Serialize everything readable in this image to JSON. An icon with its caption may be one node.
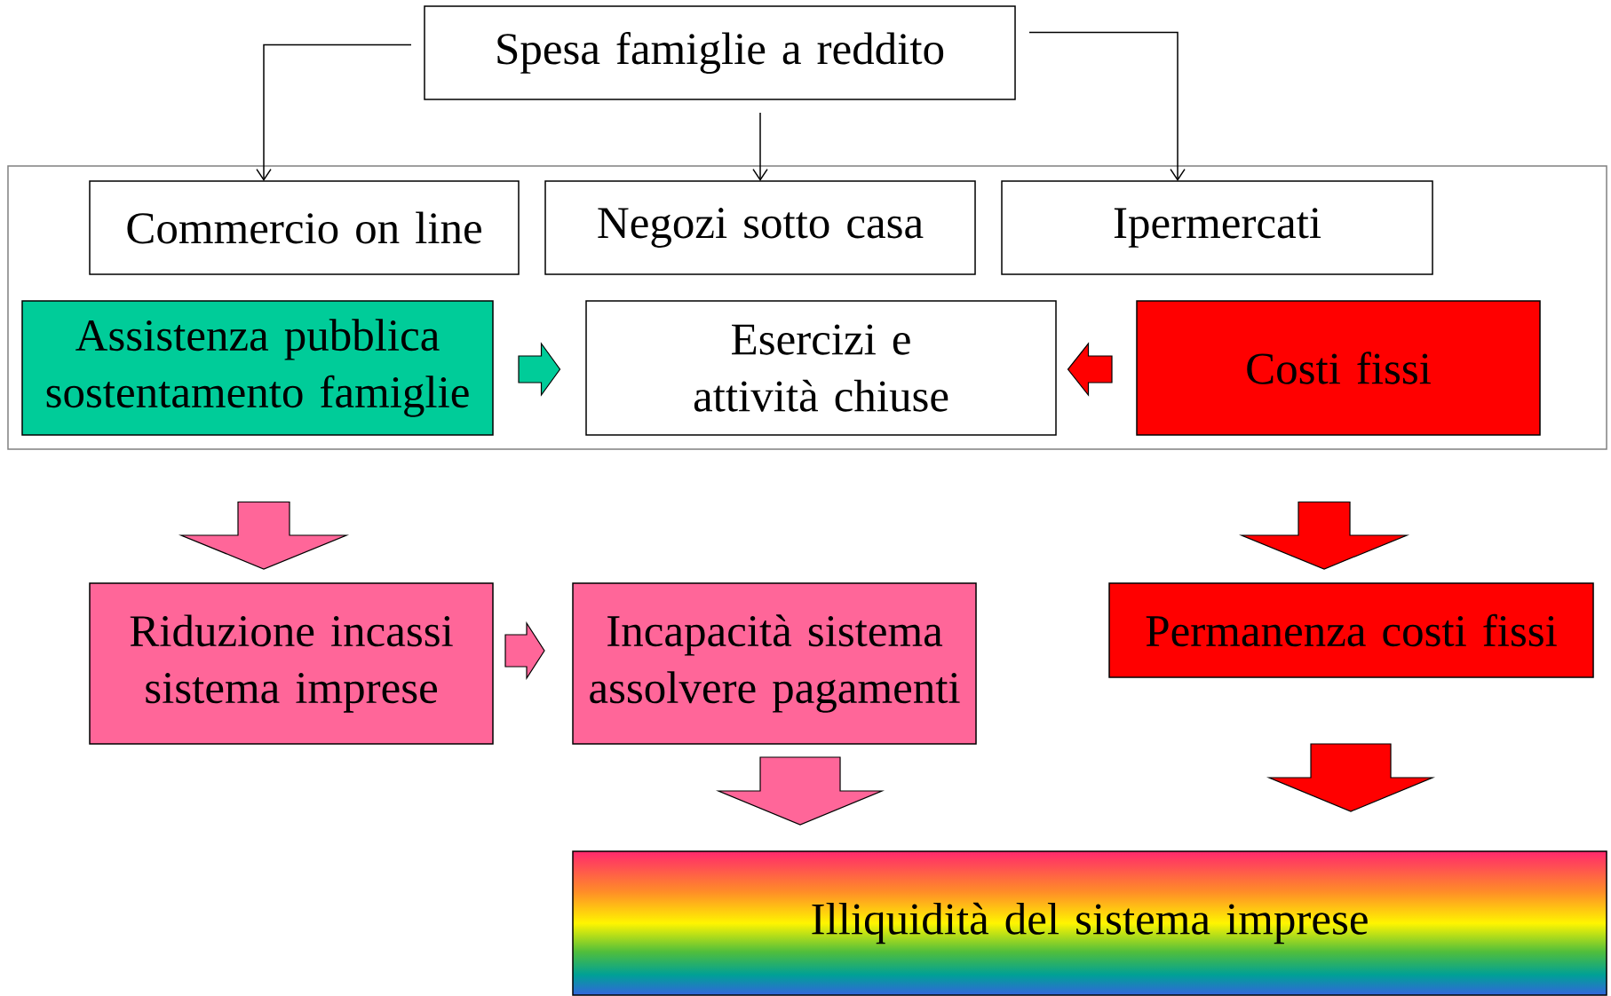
{
  "diagram": {
    "nodes": [
      {
        "text": [
          "Spesa famiglie a reddito"
        ]
      },
      {
        "text": [],
        "shape": "box"
      },
      {
        "text": [
          "Commercio on line"
        ],
        "in": 1
      },
      {
        "text": [
          "Negozi sotto casa"
        ],
        "in": 1
      },
      {
        "text": [
          "Ipermercati"
        ],
        "in": 1
      },
      {
        "text": [
          "Assistenza pubblica sostentamento famiglie"
        ],
        "in": 1
      },
      {
        "text": [
          "Esercizi e attività chiuse"
        ],
        "in": 1
      },
      {
        "text": [
          "Costi fissi"
        ],
        "in": 1
      },
      {
        "text": [
          "Riduzione incassi sistema imprese"
        ]
      },
      {
        "text": [
          "Incapacità sistema assolvere pagamenti"
        ]
      },
      {
        "text": [
          "Permanenza costi fissi"
        ]
      },
      {
        "text": [
          "Illiquidità del sistema imprese"
        ]
      }
    ],
    "edges": [
      {
        "from": 0,
        "to": 2,
        "arrow": "to"
      },
      {
        "from": 0,
        "to": 3,
        "arrow": "to"
      },
      {
        "from": 0,
        "to": 4,
        "arrow": "to"
      },
      {
        "from": 5,
        "to": 6,
        "arrow": "to",
        "style": "thick",
        "color": "#00cc99"
      },
      {
        "from": 7,
        "to": 6,
        "arrow": "to",
        "style": "thick",
        "color": "#ff0000"
      },
      {
        "from": 1,
        "to": 8,
        "arrow": "to",
        "style": "thick",
        "color": "#ff6699"
      },
      {
        "from": 1,
        "to": 10,
        "arrow": "to",
        "style": "thick",
        "color": "#ff0000"
      },
      {
        "from": 8,
        "to": 9,
        "arrow": "to",
        "style": "thick",
        "color": "#ff6699"
      },
      {
        "from": 9,
        "to": 11,
        "arrow": "to",
        "style": "thick",
        "color": "#ff6699"
      },
      {
        "from": 10,
        "to": 11,
        "arrow": "to",
        "style": "thick",
        "color": "#ff0000"
      }
    ]
  }
}
